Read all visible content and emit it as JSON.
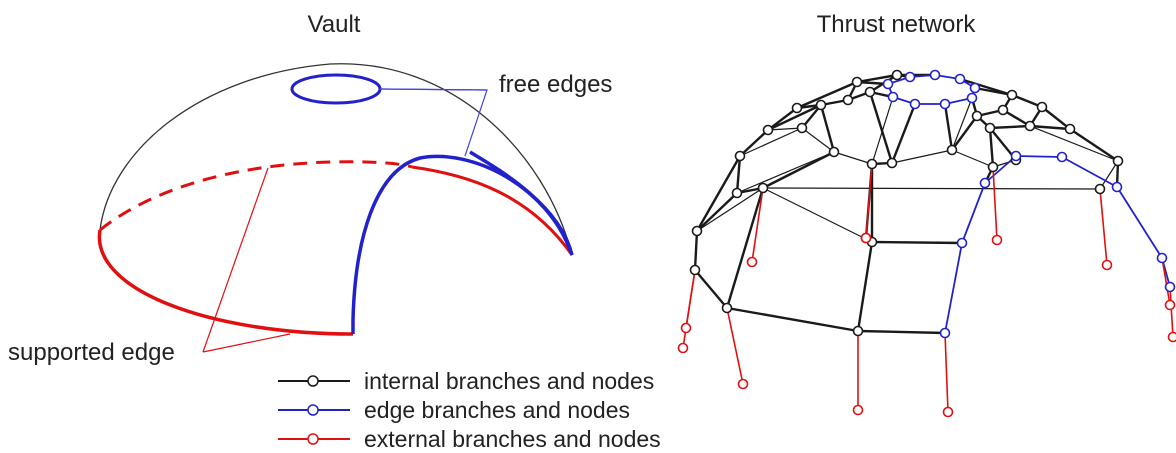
{
  "titles": {
    "left": "Vault",
    "right": "Thrust network"
  },
  "labels": {
    "free_edges": "free edges",
    "supported_edge": "supported edge"
  },
  "legend": [
    {
      "label": "internal branches and nodes",
      "color": "#1a1a1a"
    },
    {
      "label": "edge branches and nodes",
      "color": "#2222cc"
    },
    {
      "label": "external branches and nodes",
      "color": "#e01010"
    }
  ],
  "colors": {
    "internal": "#1a1a1a",
    "edge": "#2222cc",
    "external": "#e01010",
    "outline": "#333333",
    "leader_blue": "#4444dd",
    "leader_red": "#e01010"
  }
}
